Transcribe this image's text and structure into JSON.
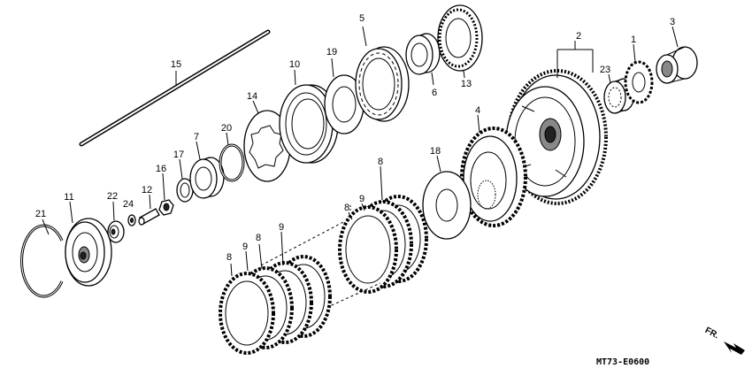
{
  "labels": {
    "p1": "1",
    "p2": "2",
    "p3": "3",
    "p4": "4",
    "p5": "5",
    "p6": "6",
    "p7": "7",
    "p8a": "8",
    "p8b": "8",
    "p8c": "8",
    "p8d": "8",
    "p9a": "9",
    "p9b": "9",
    "p9c": "9",
    "p10": "10",
    "p11": "11",
    "p12": "12",
    "p13": "13",
    "p14": "14",
    "p15": "15",
    "p16": "16",
    "p17": "17",
    "p18": "18",
    "p19": "19",
    "p20": "20",
    "p21": "21",
    "p22": "22",
    "p23": "23",
    "p24": "24"
  },
  "diagram_code": "MT73-E0600",
  "direction_label": "FR."
}
